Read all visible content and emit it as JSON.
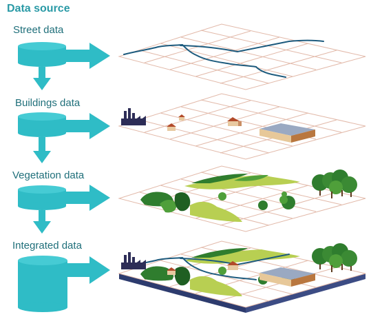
{
  "title": "Data source",
  "layers": [
    {
      "label": "Street data"
    },
    {
      "label": "Buildings data"
    },
    {
      "label": "Vegetation data"
    },
    {
      "label": "Integrated data"
    }
  ],
  "colors": {
    "accent": "#2fbcc6",
    "title": "#2a9aa6",
    "grid": "#e2b9a9",
    "street": "#1d5b7e",
    "veg_dark": "#2f7d2e",
    "veg_mid": "#4f9f3a",
    "veg_light": "#b8cf52",
    "base": "#2d3b6e"
  }
}
